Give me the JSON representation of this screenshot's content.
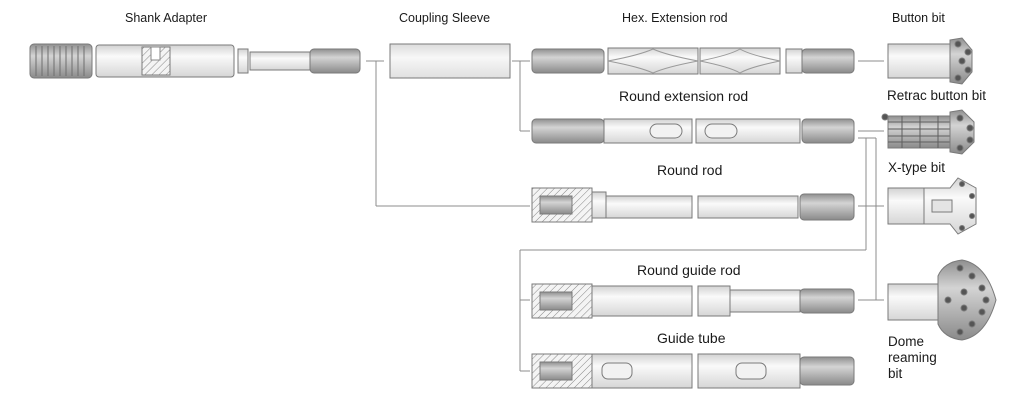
{
  "headers": {
    "shank_adapter": "Shank Adapter",
    "coupling_sleeve": "Coupling Sleeve",
    "hex_extension_rod": "Hex. Extension rod",
    "button_bit": "Button bit"
  },
  "rows": {
    "round_extension_rod": "Round extension rod",
    "round_rod": "Round rod",
    "round_guide_rod": "Round guide rod",
    "guide_tube": "Guide tube"
  },
  "bits": {
    "retrac_button_bit": "Retrac button bit",
    "x_type_bit": "X-type bit",
    "dome_reaming_bit": "Dome\nreaming\nbit"
  },
  "colors": {
    "line": "#8c8c8c",
    "outline": "#7a7a7a",
    "part_fill": "#ececec",
    "dark_thread": "#a9a9a9"
  },
  "icons": [
    "shank-adapter-icon",
    "coupling-sleeve-icon",
    "hex-extension-rod-icon",
    "round-extension-rod-icon",
    "round-rod-icon",
    "round-guide-rod-icon",
    "guide-tube-icon",
    "button-bit-icon",
    "retrac-button-bit-icon",
    "x-type-bit-icon",
    "dome-reaming-bit-icon"
  ]
}
